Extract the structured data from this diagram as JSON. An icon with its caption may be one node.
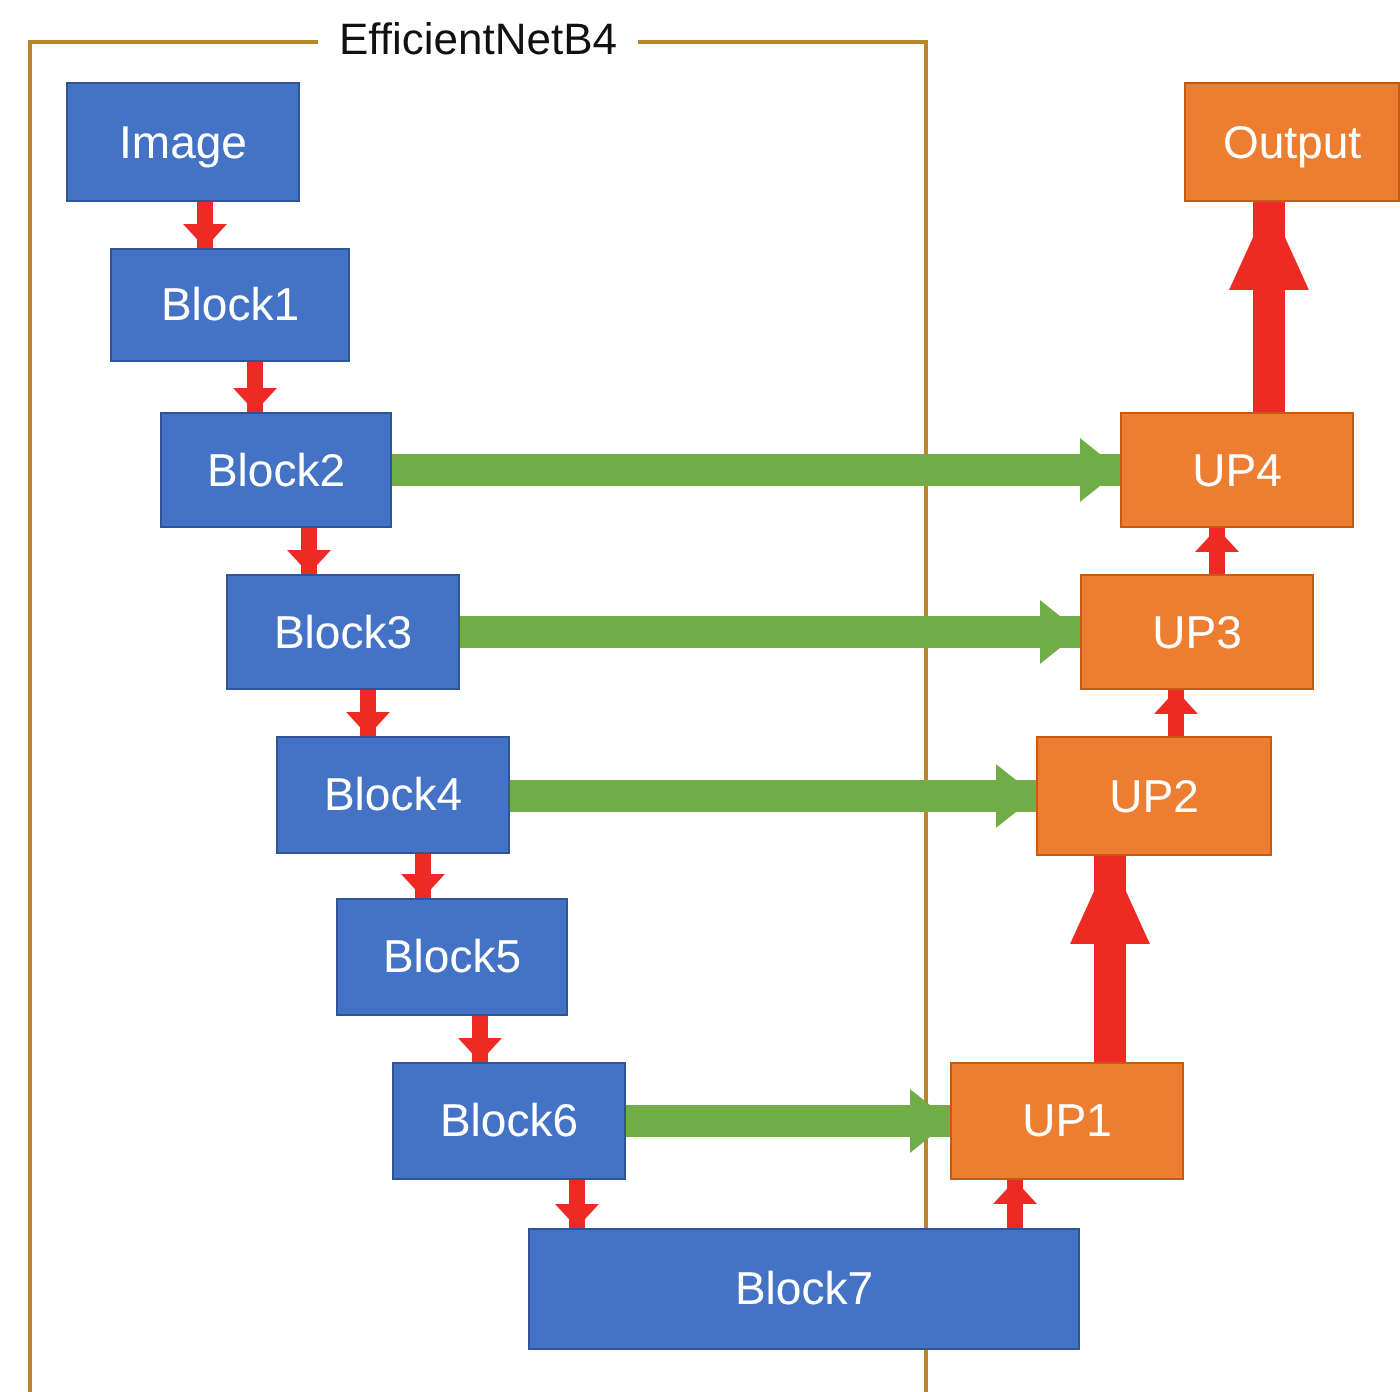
{
  "diagram": {
    "nodes": [
      {
        "text": [
          "EfficientNetB4"
        ]
      },
      {
        "text": [
          "Image"
        ],
        "in": 0
      },
      {
        "text": [
          "Block1"
        ],
        "in": 0
      },
      {
        "text": [
          "Block2"
        ],
        "in": 0
      },
      {
        "text": [
          "Block3"
        ],
        "in": 0
      },
      {
        "text": [
          "Block4"
        ],
        "in": 0
      },
      {
        "text": [
          "Block5"
        ],
        "in": 0
      },
      {
        "text": [
          "Block6"
        ],
        "in": 0
      },
      {
        "text": [
          "Block7"
        ]
      },
      {
        "text": [
          "UP1"
        ]
      },
      {
        "text": [
          "UP2"
        ]
      },
      {
        "text": [
          "UP3"
        ]
      },
      {
        "text": [
          "UP4"
        ]
      },
      {
        "text": [
          "Output"
        ]
      }
    ],
    "edges": [
      {
        "from": 1,
        "to": 2,
        "arrow": "to"
      },
      {
        "from": 2,
        "to": 3,
        "arrow": "to"
      },
      {
        "from": 3,
        "to": 4,
        "arrow": "to"
      },
      {
        "from": 4,
        "to": 5,
        "arrow": "to"
      },
      {
        "from": 5,
        "to": 6,
        "arrow": "to"
      },
      {
        "from": 6,
        "to": 7,
        "arrow": "to"
      },
      {
        "from": 7,
        "to": 8,
        "arrow": "to"
      },
      {
        "from": 8,
        "to": 9,
        "arrow": "to"
      },
      {
        "from": 9,
        "to": 10,
        "arrow": "to",
        "style": "thick"
      },
      {
        "from": 10,
        "to": 11,
        "arrow": "to"
      },
      {
        "from": 11,
        "to": 12,
        "arrow": "to"
      },
      {
        "from": 12,
        "to": 13,
        "arrow": "to",
        "style": "thick"
      },
      {
        "from": 3,
        "to": 12,
        "arrow": "to",
        "style": "thick",
        "color": "#70ad47"
      },
      {
        "from": 4,
        "to": 11,
        "arrow": "to",
        "style": "thick",
        "color": "#70ad47"
      },
      {
        "from": 5,
        "to": 10,
        "arrow": "to",
        "style": "thick",
        "color": "#70ad47"
      },
      {
        "from": 7,
        "to": 9,
        "arrow": "to",
        "style": "thick",
        "color": "#70ad47"
      }
    ]
  }
}
